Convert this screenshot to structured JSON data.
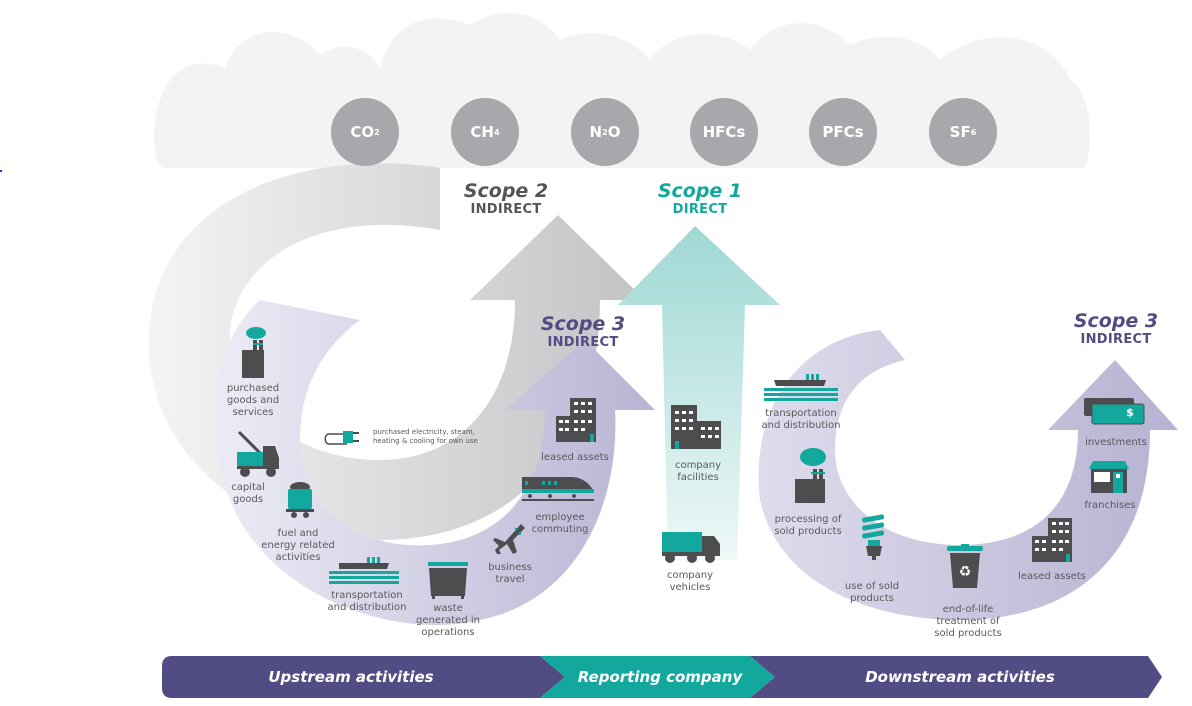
{
  "colors": {
    "teal": "#13a89e",
    "teal_light": "#9fd8d4",
    "purple_dark": "#524c84",
    "purple_light": "#c9c6e0",
    "gray_arrow": "#c8c9cb",
    "gas_gray": "#a7a8ab",
    "cloud": "#f3f3f3",
    "icon_dark": "#4d4d4f"
  },
  "gases": [
    {
      "base": "CO",
      "sub": "2",
      "tail": ""
    },
    {
      "base": "CH",
      "sub": "4",
      "tail": ""
    },
    {
      "base": "N",
      "sub": "2",
      "tail": "O"
    },
    {
      "base": "HFCs",
      "sub": "",
      "tail": ""
    },
    {
      "base": "PFCs",
      "sub": "",
      "tail": ""
    },
    {
      "base": "SF",
      "sub": "6",
      "tail": ""
    }
  ],
  "scopes": {
    "scope2": {
      "title": "Scope 2",
      "kind": "INDIRECT"
    },
    "scope1": {
      "title": "Scope 1",
      "kind": "DIRECT"
    },
    "scope3_upstream": {
      "title": "Scope 3",
      "kind": "INDIRECT"
    },
    "scope3_downstream": {
      "title": "Scope 3",
      "kind": "INDIRECT"
    }
  },
  "upstream_items": [
    {
      "icon": "factory-icon",
      "lines": [
        "purchased",
        "goods and",
        "services"
      ]
    },
    {
      "icon": "crane-truck-icon",
      "lines": [
        "capital",
        "goods"
      ]
    },
    {
      "icon": "coal-cart-icon",
      "lines": [
        "fuel and",
        "energy related",
        "activities"
      ]
    },
    {
      "icon": "ship-icon",
      "lines": [
        "transportation",
        "and distribution"
      ]
    },
    {
      "icon": "waste-bin-icon",
      "lines": [
        "waste",
        "generated in",
        "operations"
      ]
    },
    {
      "icon": "airplane-icon",
      "lines": [
        "business",
        "travel"
      ]
    },
    {
      "icon": "train-icon",
      "lines": [
        "employee",
        "commuting"
      ]
    },
    {
      "icon": "building-icon",
      "lines": [
        "leased assets"
      ]
    }
  ],
  "scope2_item": {
    "icon": "plug-icon",
    "lines": [
      "purchased electricity, steam,",
      "heating & cooling for own use"
    ]
  },
  "scope1_items": [
    {
      "icon": "building-icon",
      "lines": [
        "company",
        "facilities"
      ]
    },
    {
      "icon": "truck-icon",
      "lines": [
        "company",
        "vehicles"
      ]
    }
  ],
  "downstream_items": [
    {
      "icon": "ship-icon",
      "lines": [
        "transportation",
        "and distribution"
      ]
    },
    {
      "icon": "factory-icon",
      "lines": [
        "processing of",
        "sold products"
      ]
    },
    {
      "icon": "light-bulb-icon",
      "lines": [
        "use of sold",
        "products"
      ]
    },
    {
      "icon": "recycle-bin-icon",
      "lines": [
        "end-of-life",
        "treatment of",
        "sold products"
      ]
    },
    {
      "icon": "building-icon",
      "lines": [
        "leased assets"
      ]
    },
    {
      "icon": "storefront-icon",
      "lines": [
        "franchises"
      ]
    },
    {
      "icon": "money-icon",
      "lines": [
        "investments"
      ],
      "symbol": "$"
    }
  ],
  "bottom_band": {
    "upstream": "Upstream activities",
    "reporting": "Reporting company",
    "downstream": "Downstream activities"
  }
}
